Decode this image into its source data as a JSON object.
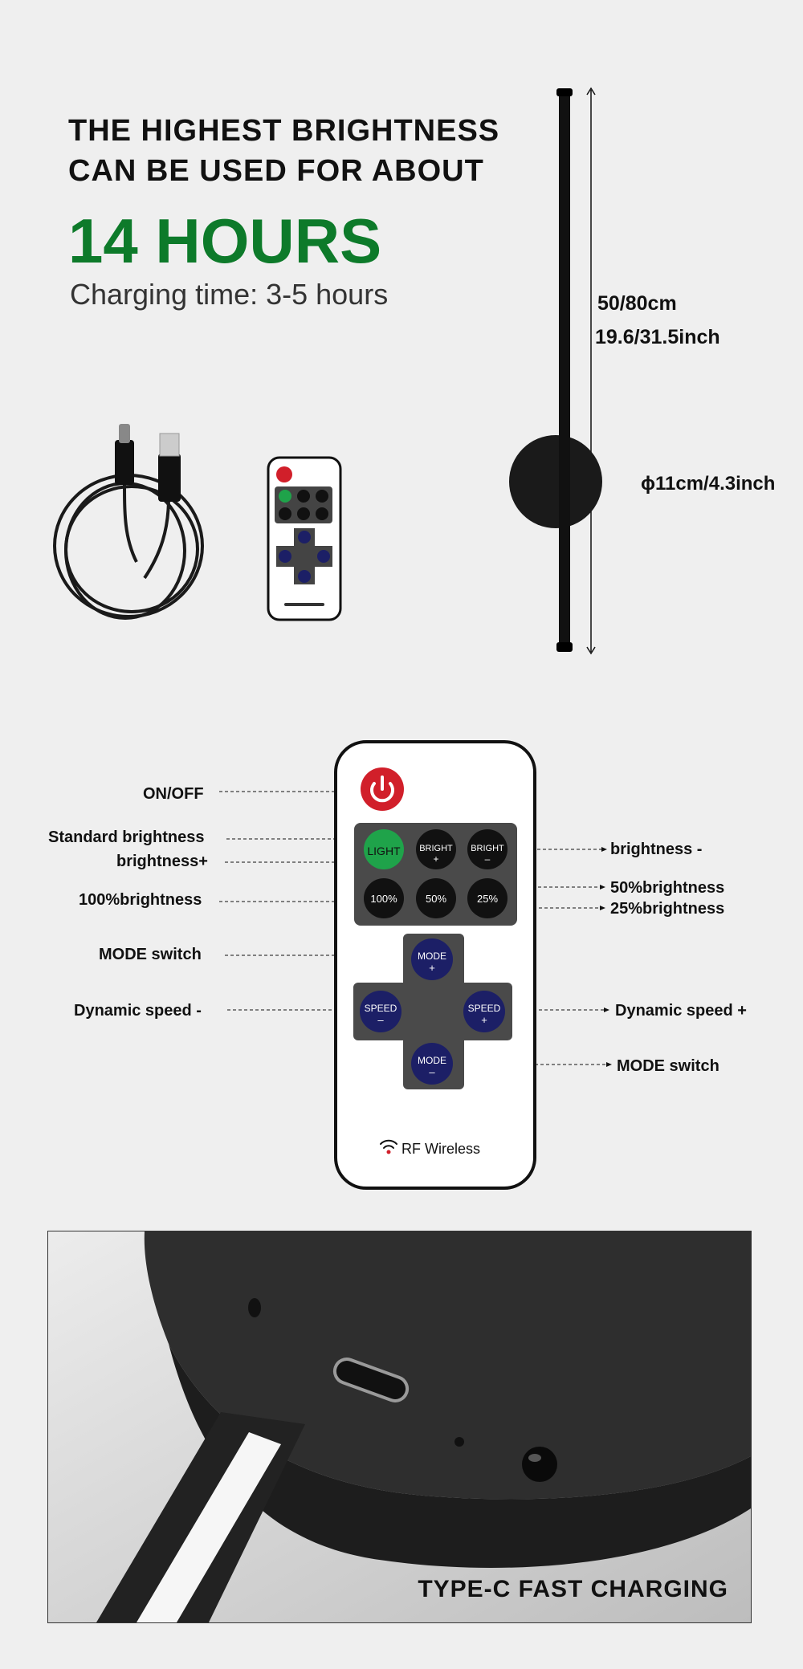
{
  "headline": {
    "line1": "THE HIGHEST BRIGHTNESS",
    "line2": "CAN BE USED FOR ABOUT"
  },
  "hours": "14 HOURS",
  "charging": "Charging time: 3-5 hours",
  "dimensions": {
    "length_cm": "50/80cm",
    "length_inch": "19.6/31.5inch",
    "diameter": "ϕ11cm/4.3inch"
  },
  "remote": {
    "buttons": {
      "light": "LIGHT",
      "bright_plus": "BRIGHT",
      "bright_minus": "BRIGHT",
      "p100": "100%",
      "p50": "50%",
      "p25": "25%",
      "mode": "MODE",
      "speed": "SPEED",
      "plus": "+",
      "minus": "–"
    },
    "rf": "RF Wireless"
  },
  "labels": {
    "on_off": "ON/OFF",
    "standard": "Standard brightness",
    "bright_plus": "brightness+",
    "bright_minus": "brightness -",
    "p100": "100%brightness",
    "p50": "50%brightness",
    "p25": "25%brightness",
    "mode_switch_top": "MODE switch",
    "speed_minus": "Dynamic speed -",
    "speed_plus": "Dynamic speed +",
    "mode_switch_bottom": "MODE switch"
  },
  "bottom_caption": "TYPE-C FAST CHARGING",
  "colors": {
    "green": "#0d7a2a",
    "red": "#d11f2a",
    "navy": "#1c1f66",
    "light_green": "#1fa34a"
  }
}
